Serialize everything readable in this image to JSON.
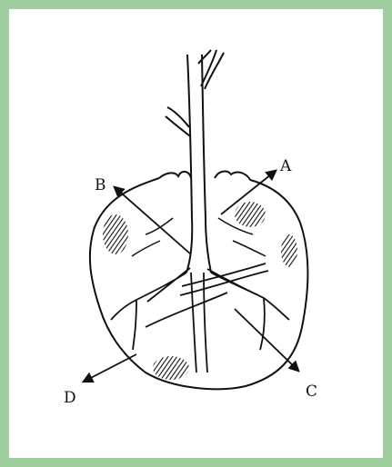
{
  "figure": {
    "frame_color": "#9fcf9c",
    "labels": {
      "a": "A",
      "b": "B",
      "c": "C",
      "d": "D"
    }
  }
}
